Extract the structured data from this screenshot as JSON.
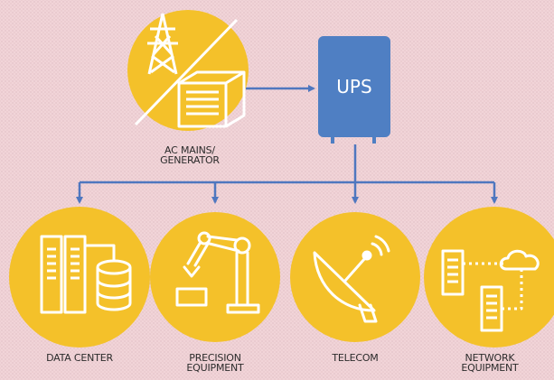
{
  "source": {
    "label": "AC MAINS/\nGENERATOR",
    "icons": [
      "power-tower-icon",
      "generator-icon"
    ]
  },
  "ups": {
    "label": "UPS"
  },
  "loads": [
    {
      "label": "DATA CENTER",
      "icon": "data-center-icon"
    },
    {
      "label": "PRECISION\nEQUIPMENT",
      "icon": "robotic-arm-icon"
    },
    {
      "label": "TELECOM",
      "icon": "satellite-dish-icon"
    },
    {
      "label": "NETWORK\nEQUIPMENT",
      "icon": "network-icon"
    }
  ],
  "colors": {
    "circle": "#f4c12a",
    "ups": "#4f7fc3",
    "connector": "#4f77bf",
    "icon_stroke": "#ffffff"
  }
}
